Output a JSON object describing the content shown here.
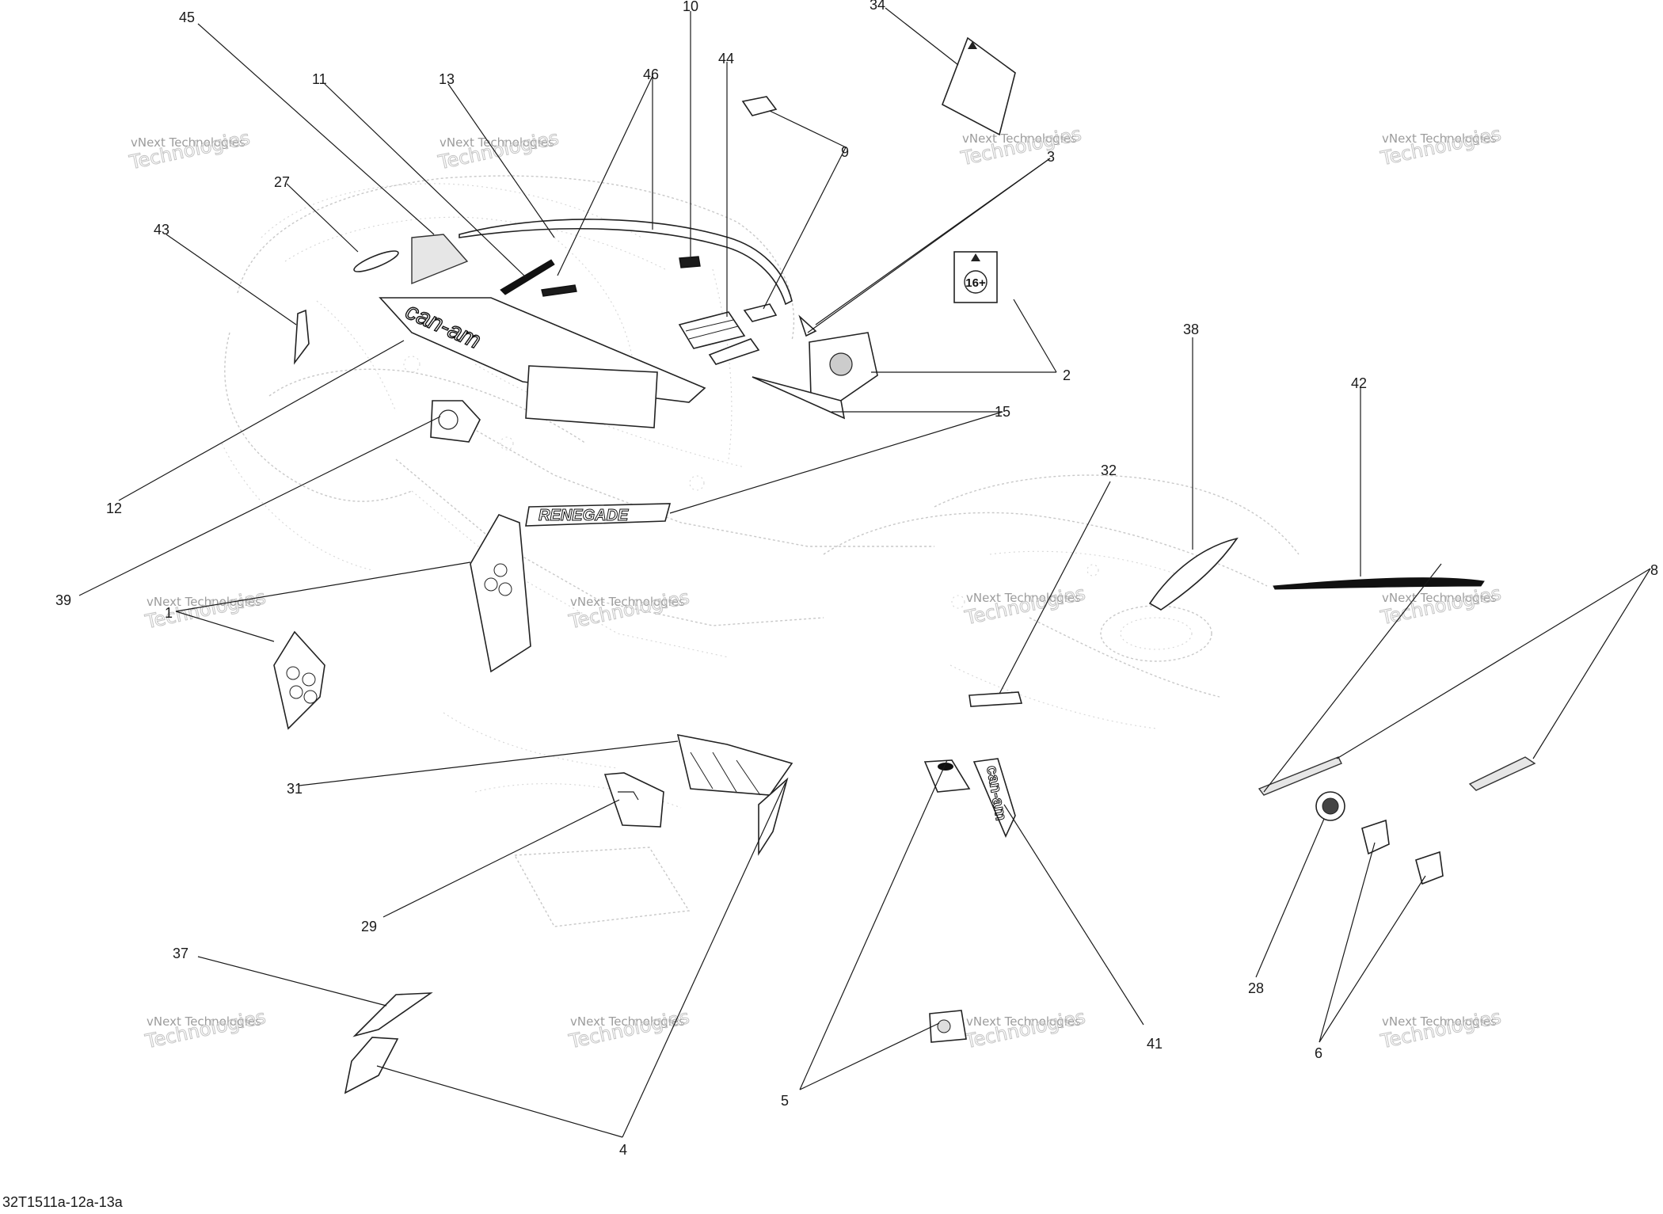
{
  "diagram_code": "32T1511a-12a-13a",
  "watermark": {
    "line1": "vNext Technologies",
    "line2": "vNext",
    "line3": "Technologies"
  },
  "callouts": [
    {
      "id": "c1",
      "text": "1"
    },
    {
      "id": "c2",
      "text": "2"
    },
    {
      "id": "c3",
      "text": "3"
    },
    {
      "id": "c4",
      "text": "4"
    },
    {
      "id": "c5",
      "text": "5"
    },
    {
      "id": "c6",
      "text": "6"
    },
    {
      "id": "c8",
      "text": "8"
    },
    {
      "id": "c9",
      "text": "9"
    },
    {
      "id": "c10",
      "text": "10"
    },
    {
      "id": "c11",
      "text": "11"
    },
    {
      "id": "c12",
      "text": "12"
    },
    {
      "id": "c13",
      "text": "13"
    },
    {
      "id": "c15",
      "text": "15"
    },
    {
      "id": "c27",
      "text": "27"
    },
    {
      "id": "c28",
      "text": "28"
    },
    {
      "id": "c29",
      "text": "29"
    },
    {
      "id": "c31",
      "text": "31"
    },
    {
      "id": "c32",
      "text": "32"
    },
    {
      "id": "c34",
      "text": "34"
    },
    {
      "id": "c37",
      "text": "37"
    },
    {
      "id": "c38",
      "text": "38"
    },
    {
      "id": "c39",
      "text": "39"
    },
    {
      "id": "c41",
      "text": "41"
    },
    {
      "id": "c42",
      "text": "42"
    },
    {
      "id": "c43",
      "text": "43"
    },
    {
      "id": "c44",
      "text": "44"
    },
    {
      "id": "c45",
      "text": "45"
    },
    {
      "id": "c46",
      "text": "46"
    }
  ],
  "decal_text": {
    "brand_top": "can-am",
    "brand_side": "can-am",
    "model": "RENEGADE",
    "age": "16+"
  }
}
